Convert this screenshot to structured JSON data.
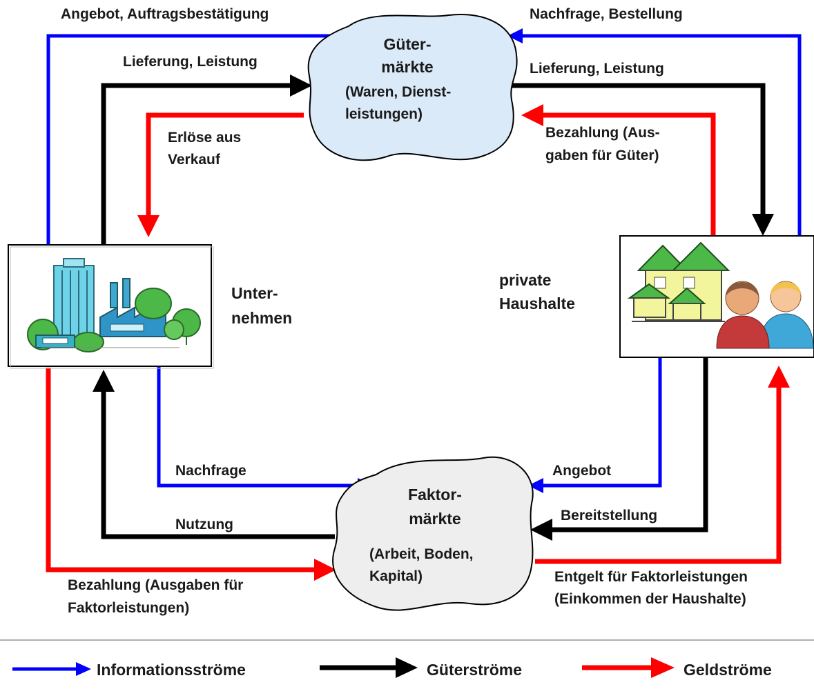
{
  "colors": {
    "information": "#0000ff",
    "goods": "#000000",
    "money": "#ff0000",
    "goods_market_fill": "#dbeaf8",
    "factor_market_fill": "#eeeeee"
  },
  "goods_market": {
    "title_line1": "Güter-",
    "title_line2": "märkte",
    "sub_line1": "(Waren, Dienst-",
    "sub_line2": "leistungen)"
  },
  "factor_market": {
    "title_line1": "Faktor-",
    "title_line2": "märkte",
    "sub_line1": "(Arbeit, Boden,",
    "sub_line2": "Kapital)"
  },
  "enterprise": {
    "label_line1": "Unter-",
    "label_line2": "nehmen",
    "icon": "factory-office-icon"
  },
  "households": {
    "label_line1": "private",
    "label_line2": "Haushalte",
    "icon": "houses-people-icon"
  },
  "flows": {
    "offer_confirmation": "Angebot, Auftragsbestätigung",
    "delivery_left": "Lieferung, Leistung",
    "revenue_line1": "Erlöse aus",
    "revenue_line2": "Verkauf",
    "demand_order": "Nachfrage, Bestellung",
    "delivery_right": "Lieferung, Leistung",
    "payment_goods_line1": "Bezahlung (Aus-",
    "payment_goods_line2": "gaben für Güter)",
    "demand": "Nachfrage",
    "usage": "Nutzung",
    "payment_factor_line1": "Bezahlung (Ausgaben für",
    "payment_factor_line2": "Faktorleistungen)",
    "offer": "Angebot",
    "provision": "Bereitstellung",
    "income_line1": "Entgelt für Faktorleistungen",
    "income_line2": "(Einkommen der Haushalte)"
  },
  "legend": {
    "information": "Informationsströme",
    "goods": "Güterströme",
    "money": "Geldströme"
  }
}
